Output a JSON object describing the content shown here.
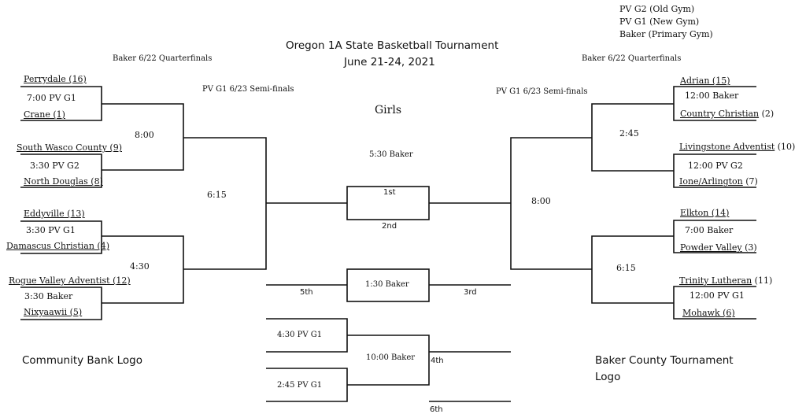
{
  "header": {
    "title_line1": "Oregon 1A State Basketball Tournament",
    "title_line2": "June 21-24, 2021",
    "subtitle": "Girls"
  },
  "gym_legend": [
    "PV G2 (Old Gym)",
    "PV G1 (New Gym)",
    "Baker (Primary Gym)"
  ],
  "round_labels": {
    "left_quarterfinals": "Baker 6/22 Quarterfinals",
    "left_semifinals": "PV G1 6/23 Semi-finals",
    "right_quarterfinals": "Baker 6/22 Quarterfinals",
    "right_semifinals": "PV G1 6/23 Semi-finals"
  },
  "left_teams": {
    "t1": "Perrydale (16)",
    "t2": "Crane (1)",
    "t3": "South Wasco County (9)",
    "t4": "North Douglas (8)",
    "t5": "Eddyville (13)",
    "t6": "Damascus Christian (4)",
    "t7": "Rogue Valley Adventist (12)",
    "t8": "Nixyaawii  (5)"
  },
  "left_games": {
    "g1": "7:00 PV G1",
    "g2": "3:30 PV G2",
    "g3": "3:30 PV G1",
    "g4": "3:30 Baker",
    "q1": "8:00",
    "q2": "4:30",
    "semi": "6:15"
  },
  "right_teams": {
    "t1": "Adrian   (15)",
    "t2": "Country Christian",
    "t2_seed": "(2)",
    "t3": "Livingstone Adventist",
    "t3_seed": "(10)",
    "t4": "Ione/Arlington",
    "t4_seed": "(7)",
    "t5": "Elkton  (14)",
    "t6": "Powder Valley",
    "t6_seed": "(3)",
    "t7": "Trinity Lutheran",
    "t7_seed": "(11)",
    "t8": "Mohawk   (6)"
  },
  "right_games": {
    "g1": "12:00 Baker",
    "g2": "12:00 PV G2",
    "g3": "7:00 Baker",
    "g4": "12:00 PV G1",
    "q1": "2:45",
    "q2": "6:15",
    "semi": "8:00"
  },
  "center": {
    "final_time": "5:30 Baker",
    "first": "1st",
    "second": "2nd",
    "third_game": "1:30 Baker",
    "fifth": "5th",
    "third": "3rd",
    "cons_game_a": "4:30 PV G1",
    "cons_game_b": "2:45 PV G1",
    "cons_final": "10:00 Baker",
    "fourth": "4th",
    "sixth": "6th"
  },
  "logos": {
    "left": "Community Bank Logo",
    "right_line1": "Baker County Tournament",
    "right_line2": "Logo"
  }
}
